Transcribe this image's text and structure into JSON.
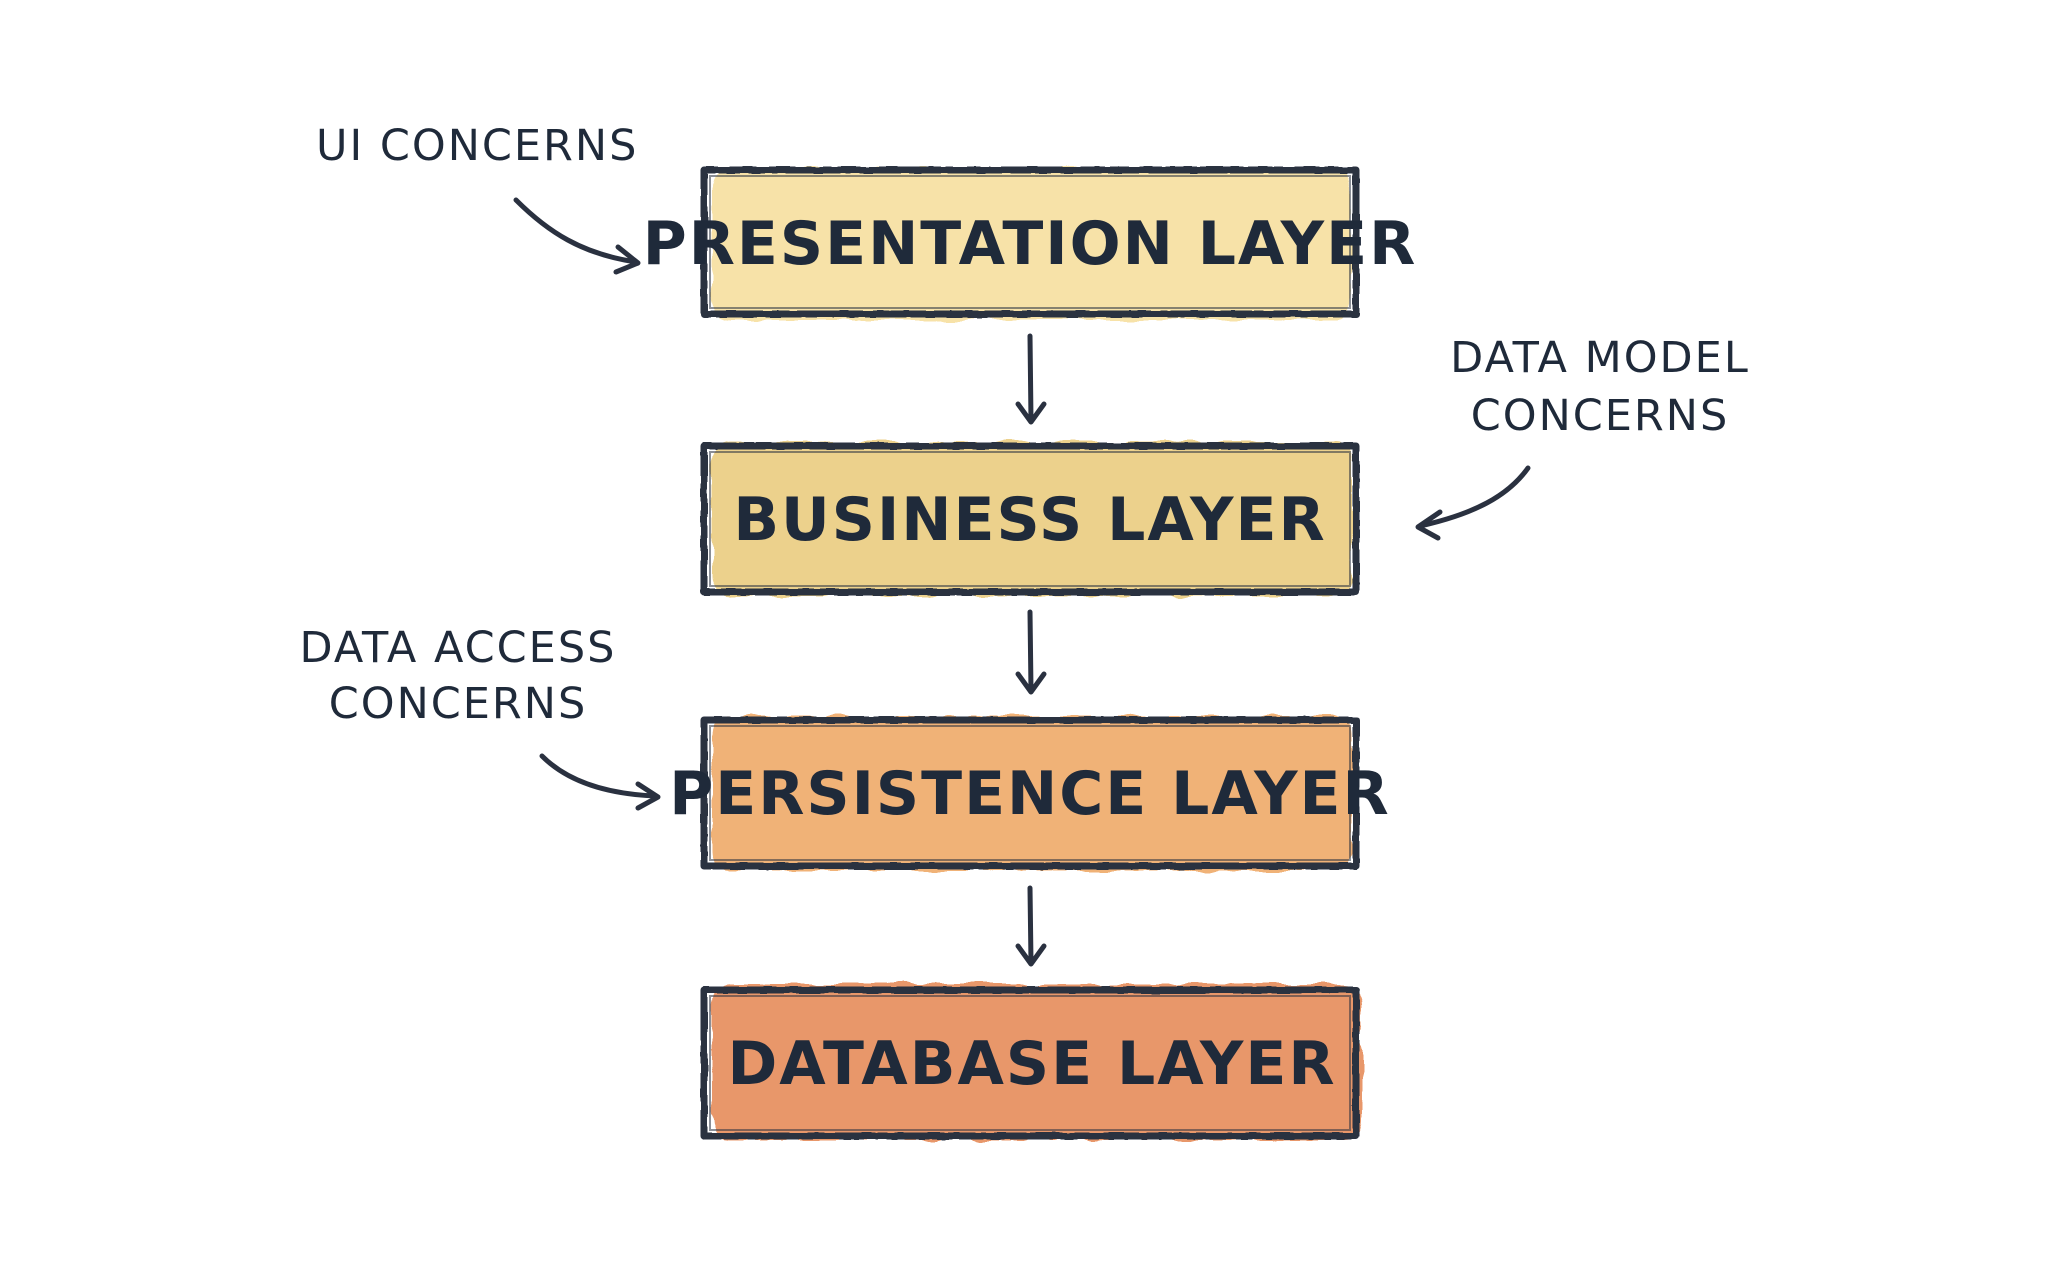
{
  "layers": [
    {
      "label": "PRESENTATION LAYER",
      "fill": "#f7e2a8"
    },
    {
      "label": "BUSINESS LAYER",
      "fill": "#ecd18c"
    },
    {
      "label": "PERSISTENCE LAYER",
      "fill": "#f0b277"
    },
    {
      "label": "DATABASE LAYER",
      "fill": "#e8976a"
    }
  ],
  "annotations": {
    "ui": {
      "line1": "UI CONCERNS"
    },
    "data_model": {
      "line1": "DATA MODEL",
      "line2": "CONCERNS"
    },
    "data_access": {
      "line1": "DATA ACCESS",
      "line2": "CONCERNS"
    }
  },
  "colors": {
    "ink": "#1f2a3a",
    "stroke": "#2a3140",
    "background": "#ffffff"
  }
}
